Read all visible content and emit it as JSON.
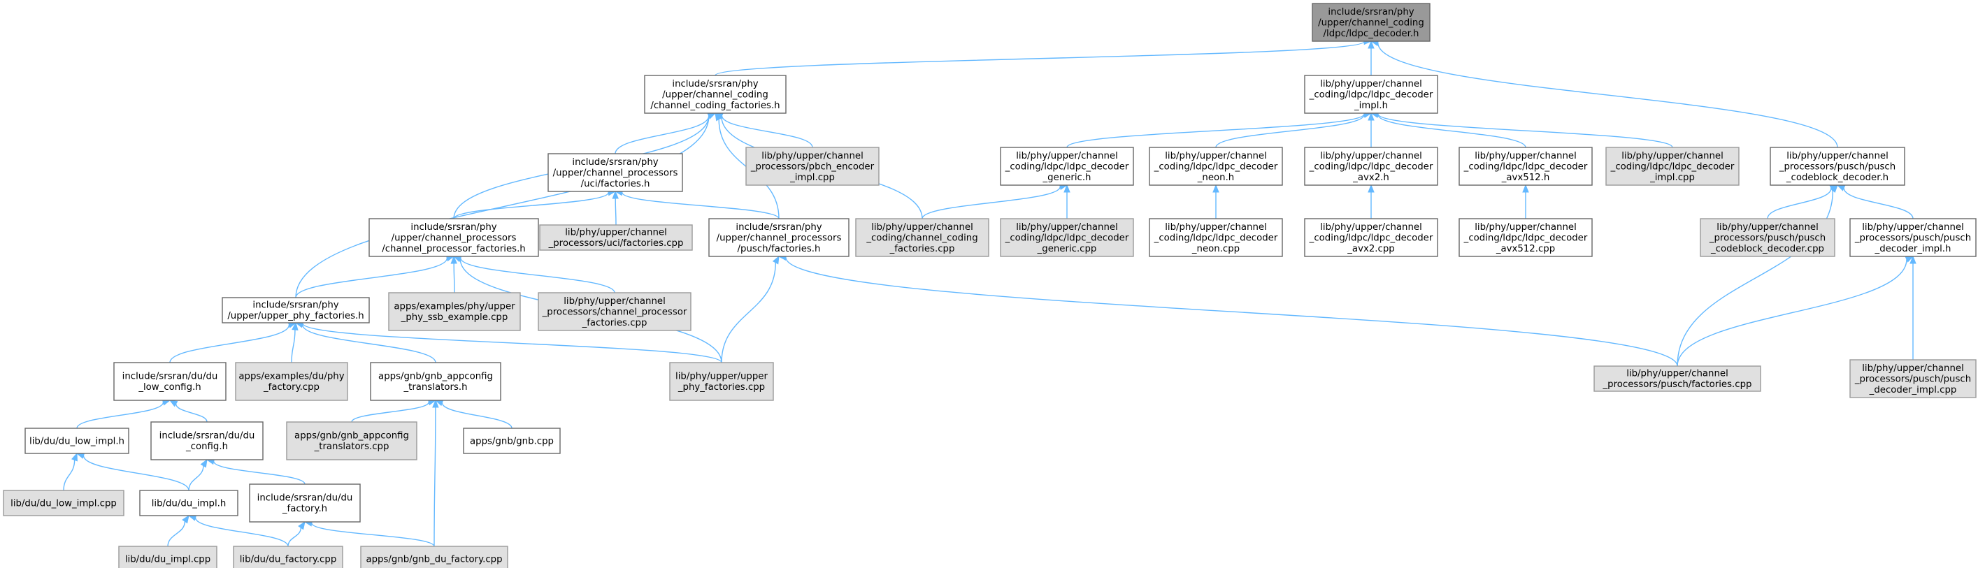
{
  "diagram": {
    "type": "include-dependency-graph",
    "colors": {
      "root_fill": "#999999",
      "header_fill": "#ffffff",
      "source_fill": "#e0e0e0",
      "border": "#666666",
      "source_border": "#999999",
      "edge": "#63b8ff"
    },
    "nodes": [
      {
        "id": "n0",
        "kind": "root",
        "lines": [
          "include/srsran/phy",
          "/upper/channel_coding",
          "/ldpc/ldpc_decoder.h"
        ]
      },
      {
        "id": "n1",
        "kind": "header",
        "lines": [
          "include/srsran/phy",
          "/upper/channel_coding",
          "/channel_coding_factories.h"
        ]
      },
      {
        "id": "n2",
        "kind": "header",
        "lines": [
          "lib/phy/upper/channel",
          "_coding/ldpc/ldpc_decoder",
          "_impl.h"
        ]
      },
      {
        "id": "n3",
        "kind": "header",
        "lines": [
          "lib/phy/upper/channel",
          "_processors/pusch/pusch",
          "_codeblock_decoder.h"
        ]
      },
      {
        "id": "n4",
        "kind": "header",
        "lines": [
          "include/srsran/phy",
          "/upper/channel_processors",
          "/uci/factories.h"
        ]
      },
      {
        "id": "n5",
        "kind": "source",
        "lines": [
          "lib/phy/upper/channel",
          "_processors/pbch_encoder",
          "_impl.cpp"
        ]
      },
      {
        "id": "n6",
        "kind": "header",
        "lines": [
          "lib/phy/upper/channel",
          "_coding/ldpc/ldpc_decoder",
          "_generic.h"
        ]
      },
      {
        "id": "n7",
        "kind": "header",
        "lines": [
          "lib/phy/upper/channel",
          "_coding/ldpc/ldpc_decoder",
          "_neon.h"
        ]
      },
      {
        "id": "n8",
        "kind": "header",
        "lines": [
          "lib/phy/upper/channel",
          "_coding/ldpc/ldpc_decoder",
          "_avx2.h"
        ]
      },
      {
        "id": "n9",
        "kind": "header",
        "lines": [
          "lib/phy/upper/channel",
          "_coding/ldpc/ldpc_decoder",
          "_avx512.h"
        ]
      },
      {
        "id": "n10",
        "kind": "source",
        "lines": [
          "lib/phy/upper/channel",
          "_coding/ldpc/ldpc_decoder",
          "_impl.cpp"
        ]
      },
      {
        "id": "n11",
        "kind": "header",
        "lines": [
          "include/srsran/phy",
          "/upper/channel_processors",
          "/channel_processor_factories.h"
        ]
      },
      {
        "id": "n12",
        "kind": "source",
        "lines": [
          "lib/phy/upper/channel",
          "_processors/uci/factories.cpp"
        ]
      },
      {
        "id": "n13",
        "kind": "header",
        "lines": [
          "include/srsran/phy",
          "/upper/channel_processors",
          "/pusch/factories.h"
        ]
      },
      {
        "id": "n14",
        "kind": "source",
        "lines": [
          "lib/phy/upper/channel",
          "_coding/channel_coding",
          "_factories.cpp"
        ]
      },
      {
        "id": "n15",
        "kind": "source",
        "lines": [
          "lib/phy/upper/channel",
          "_coding/ldpc/ldpc_decoder",
          "_generic.cpp"
        ]
      },
      {
        "id": "n16",
        "kind": "header",
        "lines": [
          "lib/phy/upper/channel",
          "_coding/ldpc/ldpc_decoder",
          "_neon.cpp"
        ]
      },
      {
        "id": "n17",
        "kind": "header",
        "lines": [
          "lib/phy/upper/channel",
          "_coding/ldpc/ldpc_decoder",
          "_avx2.cpp"
        ]
      },
      {
        "id": "n18",
        "kind": "header",
        "lines": [
          "lib/phy/upper/channel",
          "_coding/ldpc/ldpc_decoder",
          "_avx512.cpp"
        ]
      },
      {
        "id": "n19",
        "kind": "source",
        "lines": [
          "lib/phy/upper/channel",
          "_processors/pusch/pusch",
          "_codeblock_decoder.cpp"
        ]
      },
      {
        "id": "n20",
        "kind": "header",
        "lines": [
          "lib/phy/upper/channel",
          "_processors/pusch/pusch",
          "_decoder_impl.h"
        ]
      },
      {
        "id": "n21",
        "kind": "header",
        "lines": [
          "include/srsran/phy",
          "/upper/upper_phy_factories.h"
        ]
      },
      {
        "id": "n22",
        "kind": "source",
        "lines": [
          "apps/examples/phy/upper",
          "_phy_ssb_example.cpp"
        ]
      },
      {
        "id": "n23",
        "kind": "source",
        "lines": [
          "lib/phy/upper/channel",
          "_processors/channel_processor",
          "_factories.cpp"
        ]
      },
      {
        "id": "n24",
        "kind": "source",
        "lines": [
          "lib/phy/upper/channel",
          "_processors/pusch/factories.cpp"
        ]
      },
      {
        "id": "n25",
        "kind": "source",
        "lines": [
          "lib/phy/upper/channel",
          "_processors/pusch/pusch",
          "_decoder_impl.cpp"
        ]
      },
      {
        "id": "n26",
        "kind": "header",
        "lines": [
          "include/srsran/du/du",
          "_low_config.h"
        ]
      },
      {
        "id": "n27",
        "kind": "source",
        "lines": [
          "apps/examples/du/phy",
          "_factory.cpp"
        ]
      },
      {
        "id": "n28",
        "kind": "header",
        "lines": [
          "apps/gnb/gnb_appconfig",
          "_translators.h"
        ]
      },
      {
        "id": "n29",
        "kind": "source",
        "lines": [
          "lib/phy/upper/upper",
          "_phy_factories.cpp"
        ]
      },
      {
        "id": "n30",
        "kind": "header",
        "lines": [
          "lib/du/du_low_impl.h"
        ]
      },
      {
        "id": "n31",
        "kind": "header",
        "lines": [
          "include/srsran/du/du",
          "_config.h"
        ]
      },
      {
        "id": "n32",
        "kind": "source",
        "lines": [
          "apps/gnb/gnb_appconfig",
          "_translators.cpp"
        ]
      },
      {
        "id": "n33",
        "kind": "header",
        "lines": [
          "apps/gnb/gnb.cpp"
        ]
      },
      {
        "id": "n34",
        "kind": "source",
        "lines": [
          "lib/du/du_low_impl.cpp"
        ]
      },
      {
        "id": "n35",
        "kind": "header",
        "lines": [
          "lib/du/du_impl.h"
        ]
      },
      {
        "id": "n36",
        "kind": "header",
        "lines": [
          "include/srsran/du/du",
          "_factory.h"
        ]
      },
      {
        "id": "n37",
        "kind": "source",
        "lines": [
          "lib/du/du_impl.cpp"
        ]
      },
      {
        "id": "n38",
        "kind": "source",
        "lines": [
          "lib/du/du_factory.cpp"
        ]
      },
      {
        "id": "n39",
        "kind": "source",
        "lines": [
          "apps/gnb/gnb_du_factory.cpp"
        ]
      }
    ],
    "edges": [
      [
        "n0",
        "n1"
      ],
      [
        "n0",
        "n2"
      ],
      [
        "n0",
        "n3"
      ],
      [
        "n1",
        "n4"
      ],
      [
        "n1",
        "n5"
      ],
      [
        "n1",
        "n11"
      ],
      [
        "n1",
        "n13"
      ],
      [
        "n1",
        "n14"
      ],
      [
        "n1",
        "n21"
      ],
      [
        "n2",
        "n6"
      ],
      [
        "n2",
        "n7"
      ],
      [
        "n2",
        "n8"
      ],
      [
        "n2",
        "n9"
      ],
      [
        "n2",
        "n10"
      ],
      [
        "n3",
        "n19"
      ],
      [
        "n3",
        "n20"
      ],
      [
        "n3",
        "n24"
      ],
      [
        "n4",
        "n11"
      ],
      [
        "n4",
        "n12"
      ],
      [
        "n4",
        "n13"
      ],
      [
        "n6",
        "n14"
      ],
      [
        "n6",
        "n15"
      ],
      [
        "n7",
        "n16"
      ],
      [
        "n8",
        "n17"
      ],
      [
        "n9",
        "n18"
      ],
      [
        "n11",
        "n21"
      ],
      [
        "n11",
        "n22"
      ],
      [
        "n11",
        "n23"
      ],
      [
        "n11",
        "n29"
      ],
      [
        "n13",
        "n24"
      ],
      [
        "n13",
        "n29"
      ],
      [
        "n20",
        "n24"
      ],
      [
        "n20",
        "n25"
      ],
      [
        "n21",
        "n26"
      ],
      [
        "n21",
        "n27"
      ],
      [
        "n21",
        "n28"
      ],
      [
        "n21",
        "n29"
      ],
      [
        "n26",
        "n30"
      ],
      [
        "n26",
        "n31"
      ],
      [
        "n28",
        "n32"
      ],
      [
        "n28",
        "n33"
      ],
      [
        "n28",
        "n39"
      ],
      [
        "n30",
        "n34"
      ],
      [
        "n30",
        "n35"
      ],
      [
        "n31",
        "n35"
      ],
      [
        "n31",
        "n36"
      ],
      [
        "n35",
        "n37"
      ],
      [
        "n35",
        "n38"
      ],
      [
        "n36",
        "n38"
      ],
      [
        "n36",
        "n39"
      ]
    ]
  }
}
